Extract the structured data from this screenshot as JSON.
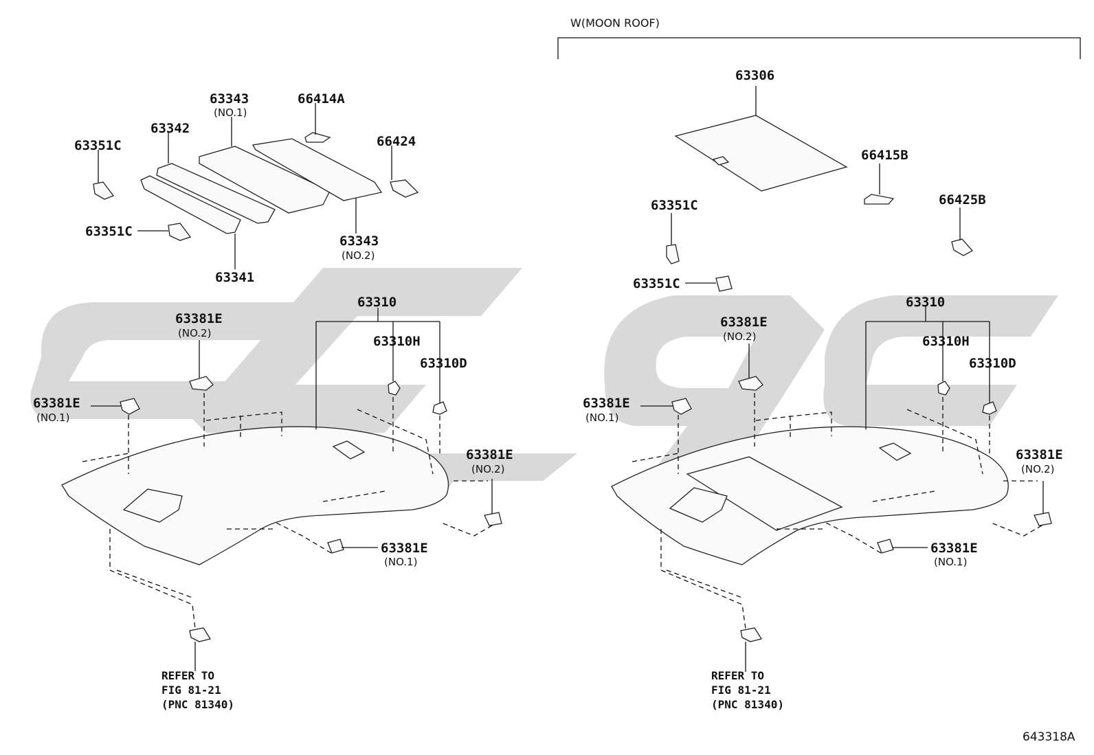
{
  "moonroof_label": "W(MOON ROOF)",
  "figure_code": "643318A",
  "left": {
    "p63343_no1": "63343",
    "p63343_no1_sub": "(NO.1)",
    "p66414A": "66414A",
    "p63342": "63342",
    "p63351C_top": "63351C",
    "p66424": "66424",
    "p63351C_mid": "63351C",
    "p63343_no2": "63343",
    "p63343_no2_sub": "(NO.2)",
    "p63341": "63341",
    "p63310": "63310",
    "p63381E_no2_top": "63381E",
    "p63381E_no2_top_sub": "(NO.2)",
    "p63310H": "63310H",
    "p63310D": "63310D",
    "p63381E_no1_left": "63381E",
    "p63381E_no1_left_sub": "(NO.1)",
    "p63381E_no2_right": "63381E",
    "p63381E_no2_right_sub": "(NO.2)",
    "p63381E_no1_bottom": "63381E",
    "p63381E_no1_bottom_sub": "(NO.1)",
    "refer_line1": "REFER TO",
    "refer_line2": "FIG 81-21",
    "refer_line3": "(PNC 81340)"
  },
  "right": {
    "p63306": "63306",
    "p66415B": "66415B",
    "p63351C_top": "63351C",
    "p66425B": "66425B",
    "p63351C_mid": "63351C",
    "p63310": "63310",
    "p63381E_no2_top": "63381E",
    "p63381E_no2_top_sub": "(NO.2)",
    "p63310H": "63310H",
    "p63310D": "63310D",
    "p63381E_no1_left": "63381E",
    "p63381E_no1_left_sub": "(NO.1)",
    "p63381E_no2_right": "63381E",
    "p63381E_no2_right_sub": "(NO.2)",
    "p63381E_no1_bottom": "63381E",
    "p63381E_no1_bottom_sub": "(NO.1)",
    "refer_line1": "REFER TO",
    "refer_line2": "FIG 81-21",
    "refer_line3": "(PNC 81340)"
  }
}
